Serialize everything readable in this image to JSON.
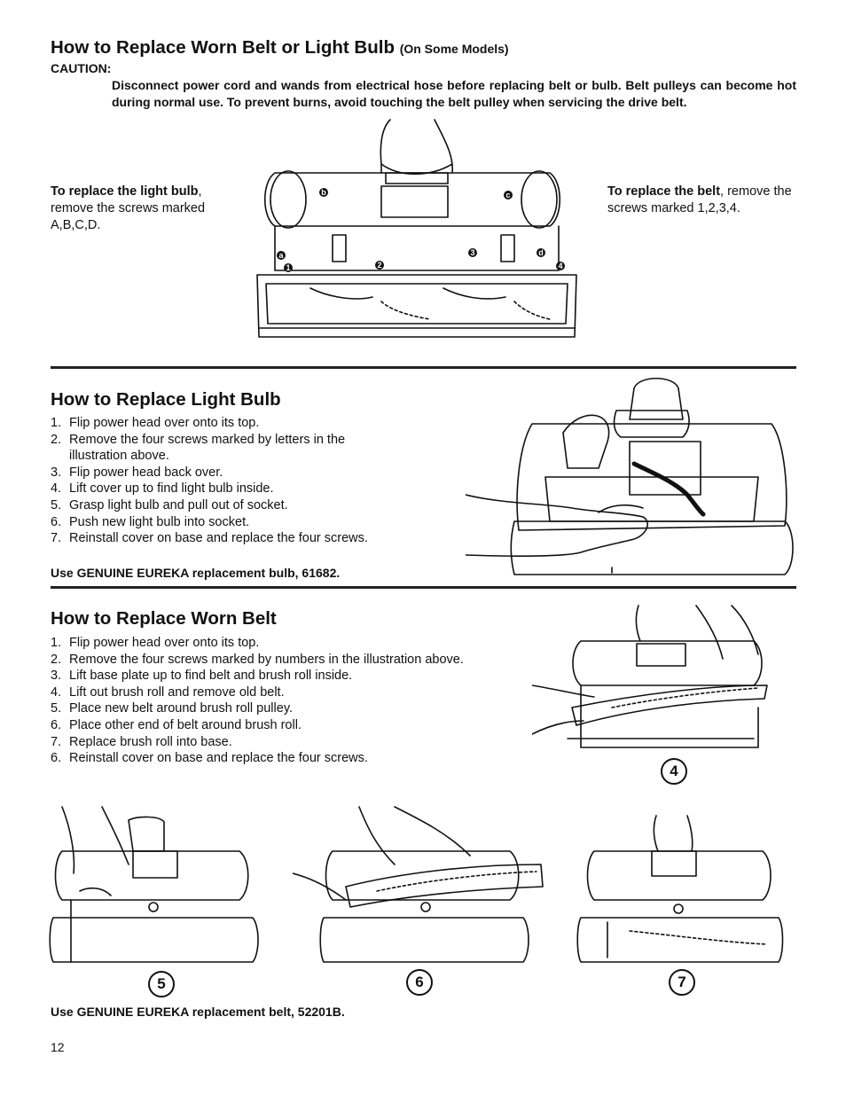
{
  "top": {
    "title": "How to Replace Worn Belt or Light Bulb",
    "title_note": "(On Some Models)",
    "caution_label": "CAUTION:",
    "caution_text": "Disconnect power cord and wands from electrical hose before replacing belt or bulb. Belt pulleys can become hot during normal use. To prevent burns, avoid touching the belt pulley when servicing the drive belt.",
    "bulb_note_bold": "To replace the light bulb",
    "bulb_note_rest": ", remove the screws marked A,B,C,D.",
    "belt_note_bold": "To replace the belt",
    "belt_note_rest": ", remove the screws marked 1,2,3,4.",
    "screw_letters": [
      "a",
      "b",
      "c",
      "d"
    ],
    "screw_numbers": [
      "1",
      "2",
      "3",
      "4"
    ]
  },
  "bulb": {
    "heading": "How to Replace Light Bulb",
    "steps": [
      {
        "n": "1.",
        "text": "Flip power head over onto its top."
      },
      {
        "n": "2.",
        "text": "Remove the four screws marked by letters in the illustration above."
      },
      {
        "n": "3.",
        "text": "Flip power head back over."
      },
      {
        "n": "4.",
        "text": "Lift cover up to find light bulb inside."
      },
      {
        "n": "5.",
        "text": "Grasp light bulb and pull out of socket."
      },
      {
        "n": "6.",
        "text": "Push new light bulb into socket."
      },
      {
        "n": "7.",
        "text": "Reinstall cover on base and replace the four screws."
      }
    ],
    "note": "Use GENUINE EUREKA replacement bulb, 61682."
  },
  "belt": {
    "heading": "How to Replace Worn Belt",
    "steps": [
      {
        "n": "1.",
        "text": "Flip power head over onto its top."
      },
      {
        "n": "2.",
        "text": "Remove the four screws marked by numbers in the illustration above."
      },
      {
        "n": "3.",
        "text": "Lift base plate up to find belt and brush roll inside."
      },
      {
        "n": "4.",
        "text": "Lift out brush roll and remove old belt."
      },
      {
        "n": "5.",
        "text": "Place new belt around brush roll pulley."
      },
      {
        "n": "6.",
        "text": "Place other end of belt around brush roll."
      },
      {
        "n": "7.",
        "text": "Replace brush roll into base."
      },
      {
        "n": "6.",
        "text": "Reinstall cover on base and replace the four screws."
      }
    ],
    "figure_labels": [
      "4",
      "5",
      "6",
      "7"
    ],
    "note": "Use GENUINE EUREKA replacement belt, 52201B."
  },
  "page_number": "12"
}
